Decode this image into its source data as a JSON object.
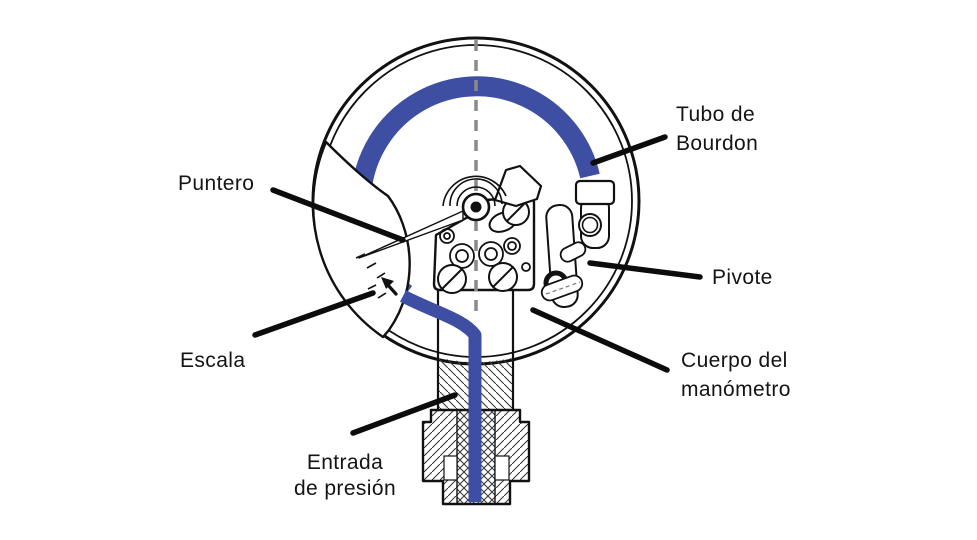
{
  "diagram": {
    "type": "bourdon-tube-pressure-gauge-cutaway",
    "labels": {
      "bourdon_tube": {
        "line1": "Tubo de",
        "line2": "Bourdon"
      },
      "pointer": {
        "text": "Puntero"
      },
      "pivot": {
        "text": "Pivote"
      },
      "scale": {
        "text": "Escala"
      },
      "gauge_body": {
        "line1": "Cuerpo del",
        "line2": "manómetro"
      },
      "pressure_inlet": {
        "line1": "Entrada",
        "line2": "de presión"
      }
    }
  },
  "colors": {
    "tube_blue": "#3D4EA3",
    "outline_black": "#111111",
    "centerline_gray": "#8a8a8a",
    "background": "#ffffff"
  }
}
